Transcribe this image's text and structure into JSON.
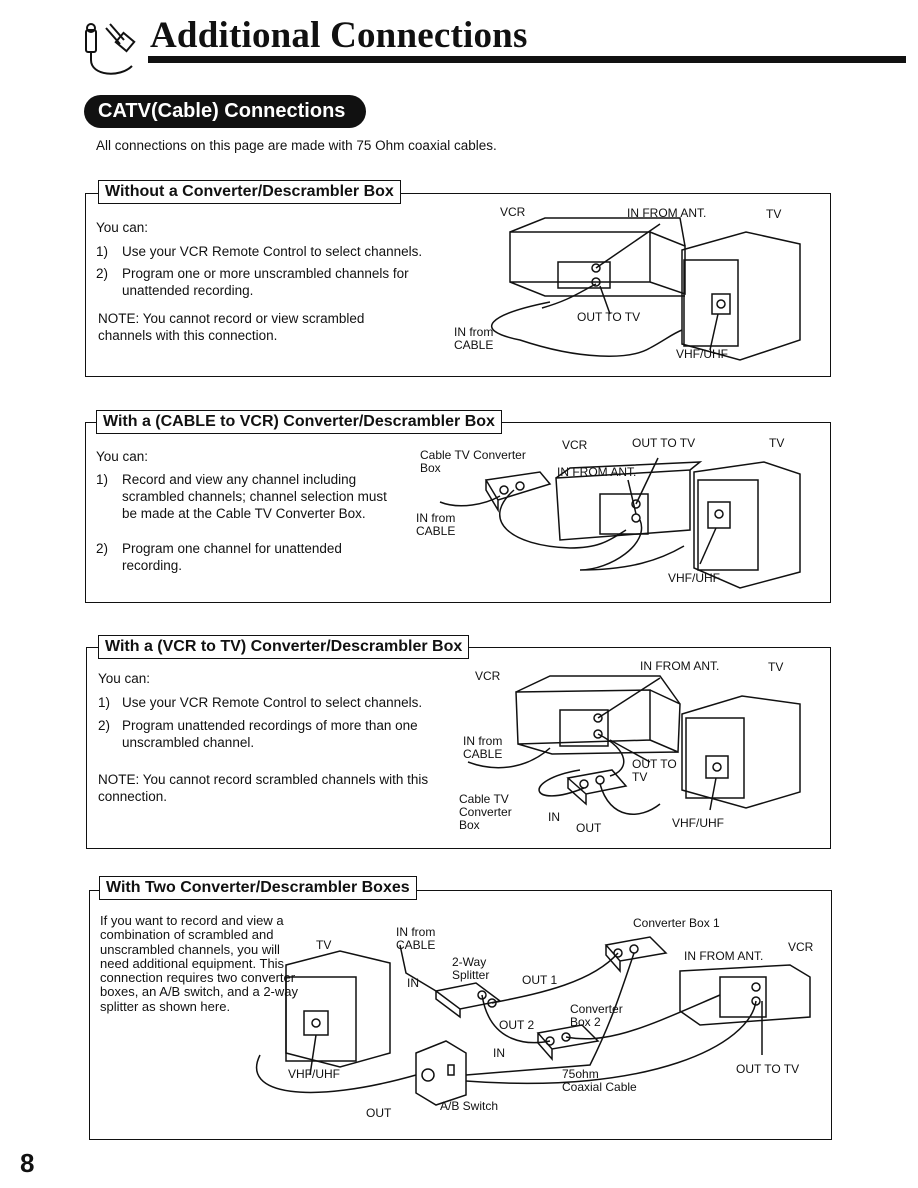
{
  "header": {
    "title": "Additional Connections",
    "icon": "cable-plug-icon"
  },
  "catv_badge": "CATV(Cable) Connections",
  "intro": "All connections on this page are made with 75 Ohm coaxial cables.",
  "sections": {
    "s1": {
      "heading": "Without a Converter/Descrambler Box",
      "you_can": "You can:",
      "items": [
        {
          "num": "1)",
          "text": "Use your VCR Remote Control to select channels."
        },
        {
          "num": "2)",
          "text": "Program one or more unscrambled channels for unattended recording."
        }
      ],
      "note": "NOTE: You cannot record or view scrambled channels with this connection.",
      "labels": {
        "vcr": "VCR",
        "in_from_ant": "IN FROM ANT.",
        "tv": "TV",
        "out_to_tv": "OUT TO TV",
        "in_from_cable": "IN from CABLE",
        "vhf_uhf": "VHF/UHF"
      }
    },
    "s2": {
      "heading": "With a (CABLE to VCR) Converter/Descrambler Box",
      "you_can": "You can:",
      "items": [
        {
          "num": "1)",
          "text": "Record and view any channel including scrambled channels; channel selection must be made at the Cable TV Converter Box."
        },
        {
          "num": "2)",
          "text": "Program one channel for unattended recording."
        }
      ],
      "labels": {
        "vcr": "VCR",
        "out_to_tv": "OUT TO TV",
        "tv": "TV",
        "cable_tv_converter_box": "Cable TV Converter Box",
        "in_from_ant": "IN FROM ANT.",
        "in_from_cable": "IN from CABLE",
        "vhf_uhf": "VHF/UHF"
      }
    },
    "s3": {
      "heading": "With a (VCR to TV) Converter/Descrambler Box",
      "you_can": "You can:",
      "items": [
        {
          "num": "1)",
          "text": "Use your VCR Remote Control to select channels."
        },
        {
          "num": "2)",
          "text": "Program unattended recordings of more than one unscrambled channel."
        }
      ],
      "note": "NOTE: You cannot record scrambled channels with this connection.",
      "labels": {
        "in_from_ant": "IN FROM ANT.",
        "tv": "TV",
        "vcr": "VCR",
        "in_from_cable": "IN from CABLE",
        "out_to_tv": "OUT TO TV",
        "cable_tv_converter_box": "Cable TV Converter Box",
        "in": "IN",
        "out": "OUT",
        "vhf_uhf": "VHF/UHF"
      }
    },
    "s4": {
      "heading": "With Two Converter/Descrambler Boxes",
      "body": "If you want to record and view a combination of scrambled and unscrambled channels, you will need additional equipment. This connection requires two converter boxes, an A/B switch, and a 2-way splitter as shown here.",
      "labels": {
        "tv": "TV",
        "in_from_cable": "IN from CABLE",
        "two_way_splitter": "2-Way Splitter",
        "in": "IN",
        "out_1": "OUT 1",
        "converter_box_1": "Converter Box 1",
        "in_from_ant": "IN FROM ANT.",
        "vcr": "VCR",
        "converter_box_2": "Converter Box 2",
        "out_2": "OUT 2",
        "in_2": "IN",
        "ohm_cable": "75ohm Coaxial Cable",
        "out_to_tv": "OUT TO TV",
        "vhf_uhf": "VHF/UHF",
        "out": "OUT",
        "ab_switch": "A/B Switch"
      }
    }
  },
  "page_number": "8"
}
